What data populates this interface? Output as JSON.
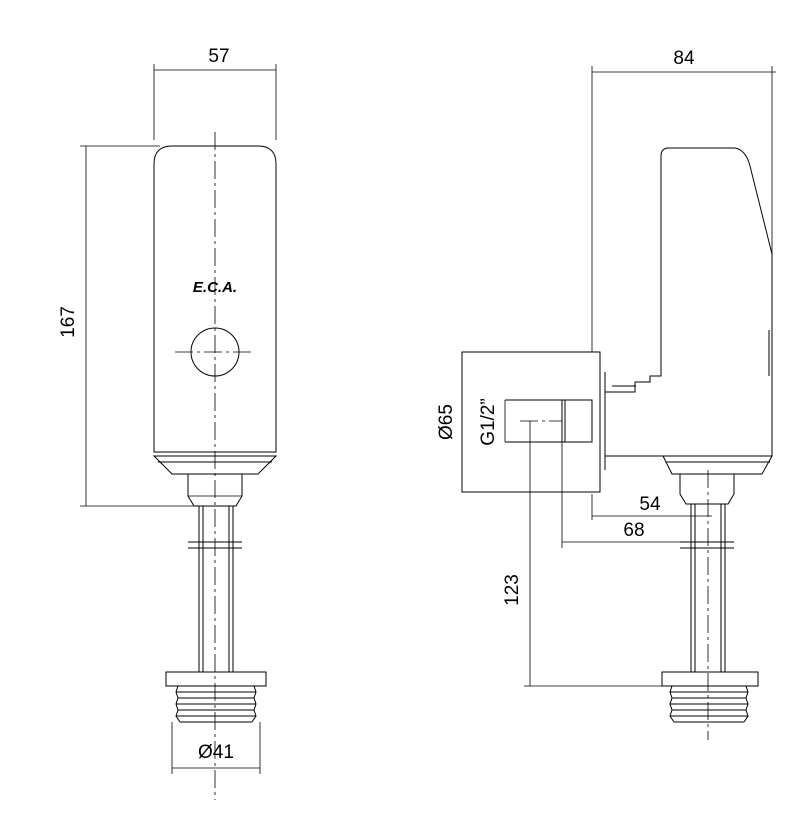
{
  "drawing": {
    "brand_logo": "E.C.A.",
    "front_view": {
      "width_dim": "57",
      "height_dim": "167",
      "thread_dim": "Ø41"
    },
    "side_view": {
      "depth_dim": "84",
      "flange_dim": "Ø65",
      "inlet_dim": "G1/2”",
      "offset_54": "54",
      "offset_68": "68",
      "length_dim": "123"
    }
  }
}
